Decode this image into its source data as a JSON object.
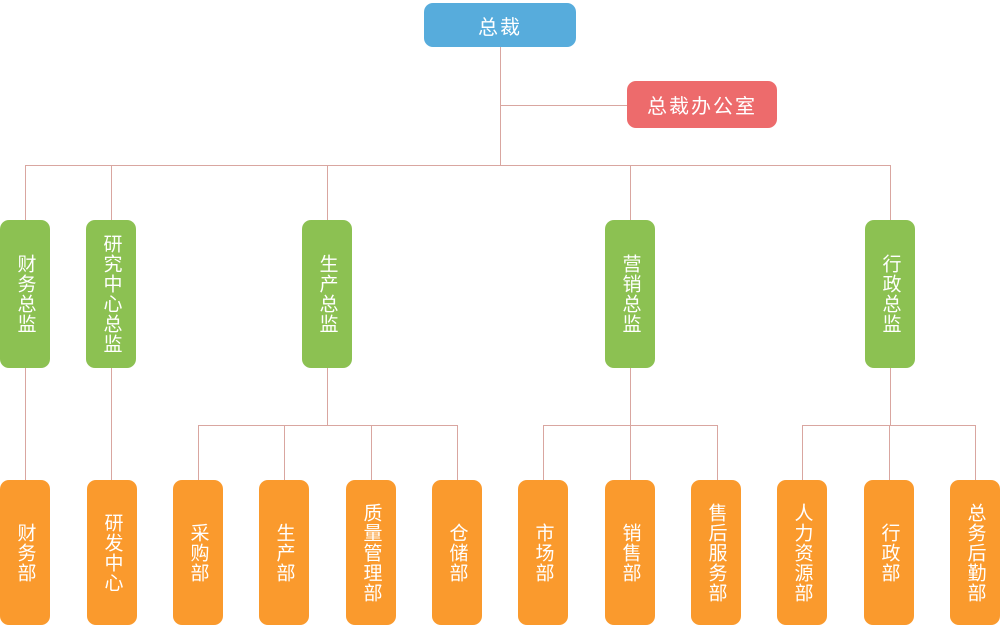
{
  "diagram_type": "org-chart",
  "colors": {
    "president_fill": "#57acdc",
    "office_fill": "#ed6b6c",
    "director_fill": "#8cc152",
    "department_fill": "#fa9a2d",
    "connector_line": "#d9a6a0",
    "node_text": "#ffffff"
  },
  "org": {
    "president": {
      "label": "总裁"
    },
    "office": {
      "label": "总裁办公室"
    },
    "directors": [
      {
        "label": "财务总监",
        "departments": [
          "财务部"
        ]
      },
      {
        "label": "研究中心总监",
        "departments": [
          "研发中心"
        ]
      },
      {
        "label": "生产总监",
        "departments": [
          "采购部",
          "生产部",
          "质量管理部",
          "仓储部"
        ]
      },
      {
        "label": "营销总监",
        "departments": [
          "市场部",
          "销售部",
          "售后服务部"
        ]
      },
      {
        "label": "行政总监",
        "departments": [
          "人力资源部",
          "行政部",
          "总务后勤部"
        ]
      }
    ]
  }
}
